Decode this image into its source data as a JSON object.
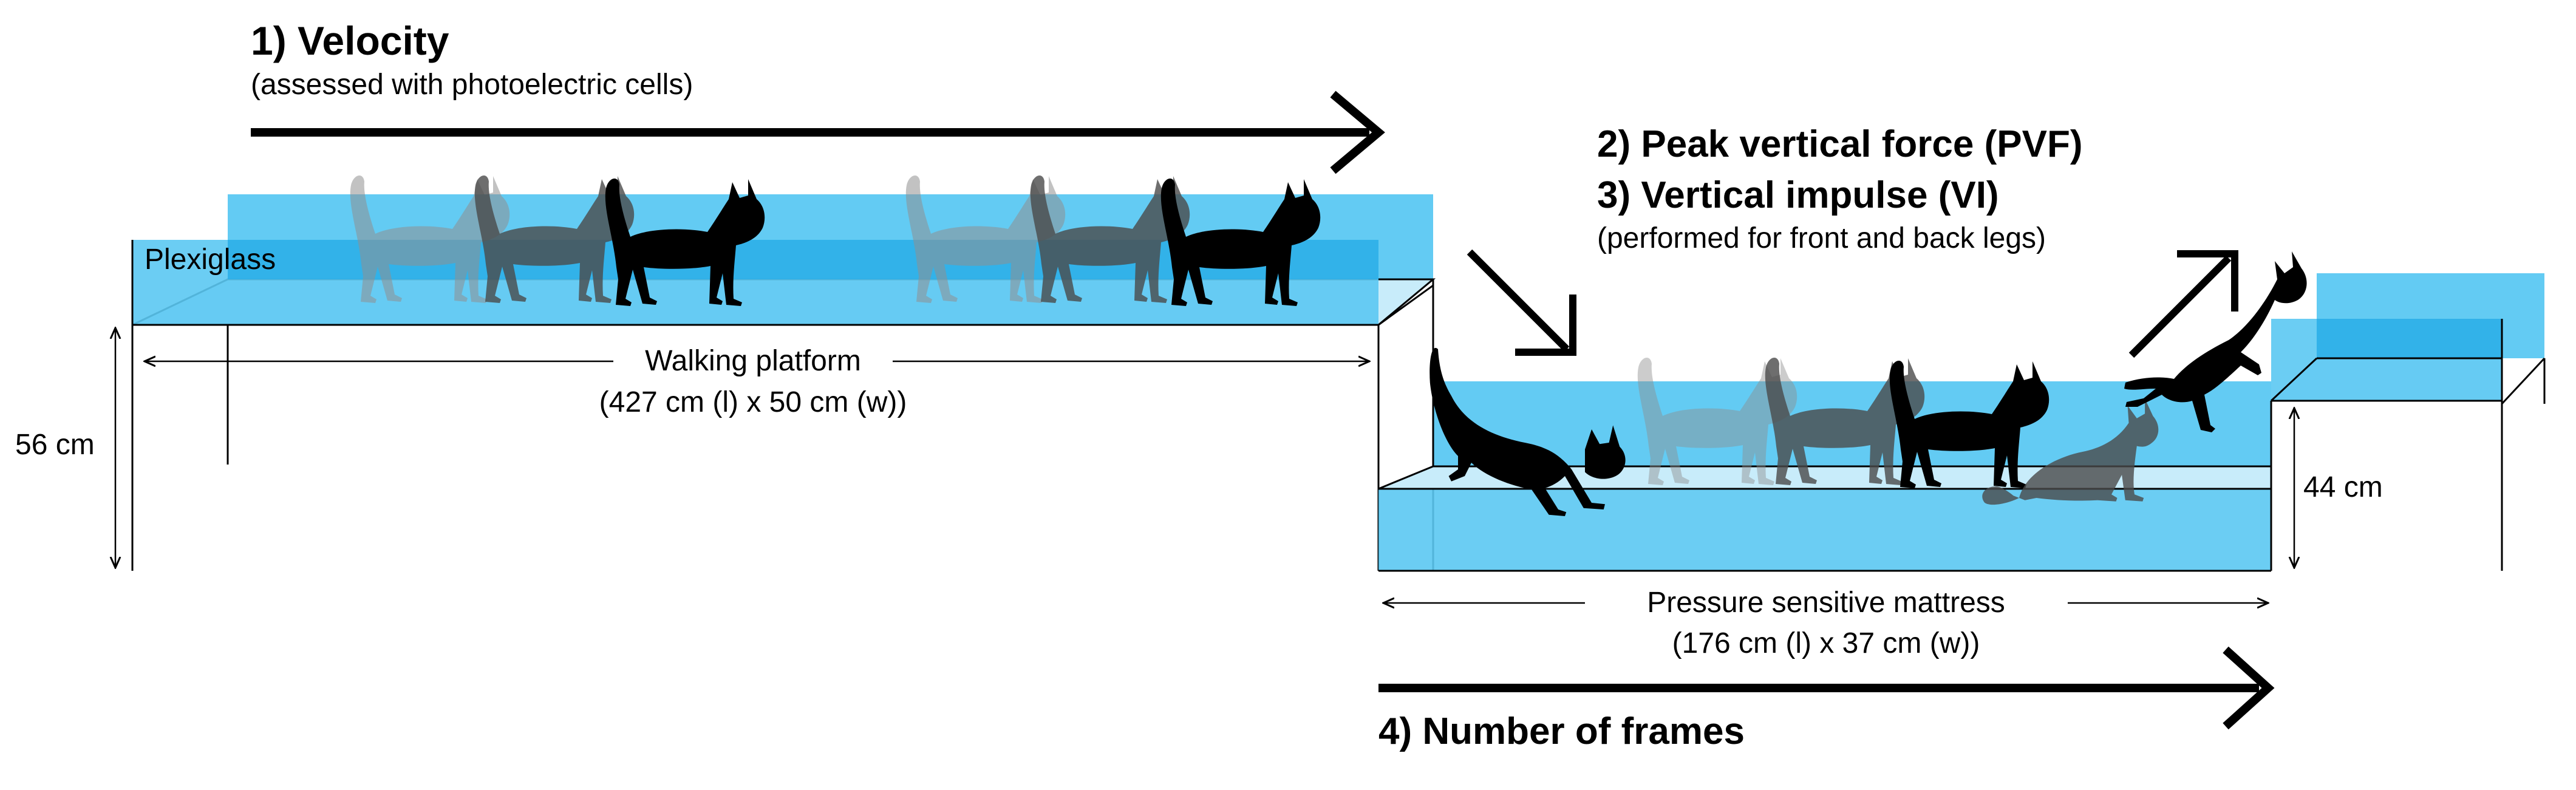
{
  "labels": {
    "velocity_title": "1) Velocity",
    "velocity_sub": "(assessed with photoelectric cells)",
    "pvf_title": "2) Peak vertical force (PVF)",
    "vi_title": "3) Vertical impulse (VI)",
    "force_sub": "(performed for front and back legs)",
    "frames_title": "4) Number of frames",
    "plexiglass": "Plexiglass",
    "platform_name": "Walking platform",
    "platform_dims": "(427 cm (l) x 50 cm (w))",
    "mattress_name": "Pressure sensitive mattress",
    "mattress_dims": "(176 cm (l) x 37 cm (w))",
    "height_left": "56 cm",
    "height_right": "44 cm"
  },
  "colors": {
    "plexiglass_blue": "#5bc8f2",
    "plexiglass_overlap": "#2aaee8",
    "cat_solid": "#000000",
    "cat_mid": "#4a4a4a",
    "cat_faint": "#8f8f8f",
    "line": "#000000"
  },
  "icons": {
    "cat": "walking-cat-silhouette",
    "arrow": "bold-arrow"
  }
}
